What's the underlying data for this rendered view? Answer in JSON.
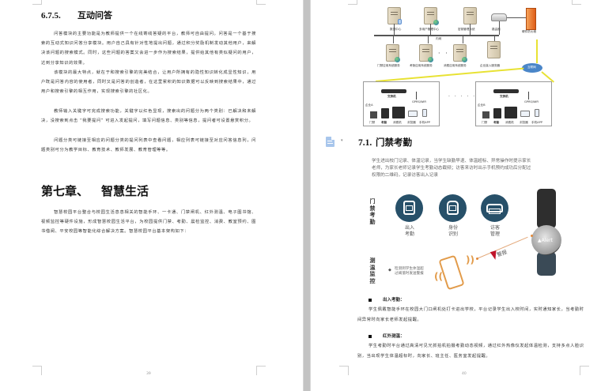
{
  "left_page": {
    "section": {
      "number": "6.7.5.",
      "title": "互动问答"
    },
    "paragraphs": [
      "问答模块的主要功能是为教师提供一个在线寄线答疑的平台，教师可自由提问。问答是一个基于搜索的互动式知识问答分享模块。用户自己具有针对性地提出问题，通过积分奖励机制发动其他用户，来解决该问题的搜索模式。同时，这些问题的答案又会进一步作为搜索结果，提供给其他有类似疑问的用户，达到分享知识的效果。",
      "该模块的最大特点，就在于和搜索引擎的完美结合，让用户所拥有的隐性知识转化成显性知识，用户既是问答内容的使用者，同时又是问答的创造者，在这里累积的知识数据可以反映到搜索结果中，通过用户和搜索引擎的相互作用，实现搜索引擎的社区化。",
      "教师输入关键字可完成搜索功能，关键字以红色显现，搜索出的问题分为两个类别：已解决和未解决，没搜索到点击 “我要提问” 可进入发起提问，填写问题信息、类别等信息，提问者可设置悬赏积分。",
      "问题分类可链接至相应的问题分类的提问列表中查看问题，相应列表可链接至对应问答信息列，问题类别可分为教学目标、教育技术、教师发展、教育管理等等。"
    ],
    "chapter": {
      "label": "第七章、",
      "title": "智慧生活"
    },
    "chapter_paragraph": "智慧校园平台整合与校园生活息息相关的智能手环、一卡通、门禁闸机、红外测温、电子图书馆、视频监控等硬件设施，形成智慧校园生活平台，为校园提供门禁、考勤、晨检监控、消费、教室预约、图书借阅、平安校园等智能化综合解决方案。智慧校园平台基本架构如下：",
    "page_number": "39"
  },
  "right_page": {
    "diagram": {
      "servers_top": [
        {
          "label": "数据中心"
        },
        {
          "label": "多用户管理中心"
        },
        {
          "label": "密钥管理系统"
        }
      ],
      "router_label": "路由器",
      "firewall_label": "硬件防火墙",
      "bus_label": "内网",
      "servers_bottom": [
        {
          "label": "门禁应用系统服务"
        },
        {
          "label": "考勤应用系统服务"
        },
        {
          "label": "消费应用系统服务"
        },
        {
          "label": "企业接入服务器"
        }
      ],
      "ellipsis": "· · ·",
      "cloud_label": "互联网",
      "site_dots": "· · · · · ·",
      "sites": [
        {
          "switch_label": "交换机",
          "org_label": "企业A",
          "gprs_label": "GPRS/WiFi",
          "devices": [
            "门禁",
            "考勤",
            "消费机",
            "浏览器",
            "手机APP"
          ]
        },
        {
          "switch_label": "交换机",
          "org_label": "企业B",
          "gprs_label": "GPRS/WiFi",
          "devices": [
            "门禁",
            "考勤",
            "消费机",
            "浏览器",
            "手机APP"
          ]
        }
      ]
    },
    "section": {
      "number": "7.1.",
      "title": "门禁考勤"
    },
    "intro": "学生进出校门记录、体温记录，当学生缺勤早退、体温超标、异常操作时提示家长老师，为家长老师记录学生考勤动态截频；访客来访时出示手机预约成功后分配过权限的二维码，记录访客出入记录",
    "access_label": "门禁考勤",
    "icons": [
      {
        "icon": "bus-icon",
        "label_line1": "出入",
        "label_line2": "考勤"
      },
      {
        "icon": "train-icon",
        "label_line1": "身份",
        "label_line2": "识别"
      },
      {
        "icon": "car-icon",
        "label_line1": "访客",
        "label_line2": "管理"
      }
    ],
    "band_brand": "▲Alert",
    "temp_label": "测温监控",
    "temp_bullet": "◆",
    "temp_text": "检测到学生体温超过阈值时发送警报",
    "alarm_label": "警报",
    "subsections": [
      {
        "title": "出入考勤：",
        "body": "学生佩戴智能手环在校园大门口闸机处打卡进出学校，平台记录学生出入校时间，实时通知家长，当考勤时间异常时向家长老师发起提醒。"
      },
      {
        "title": "红外测温：",
        "body": "学生考勤时平台通过高清可见光抓拍机拍摄考勤动态视频，通过红外热像仪发起体温检测，支持多点人脸识别，当出现学生体温超标时，向家长、班主任、医务室发起提醒。"
      }
    ],
    "page_number": "40"
  },
  "colors": {
    "icon_circle": "#275069",
    "accent_orange": "#e29b4a",
    "alarm_red": "#c0142a",
    "gutter": "#c3c3c3"
  }
}
